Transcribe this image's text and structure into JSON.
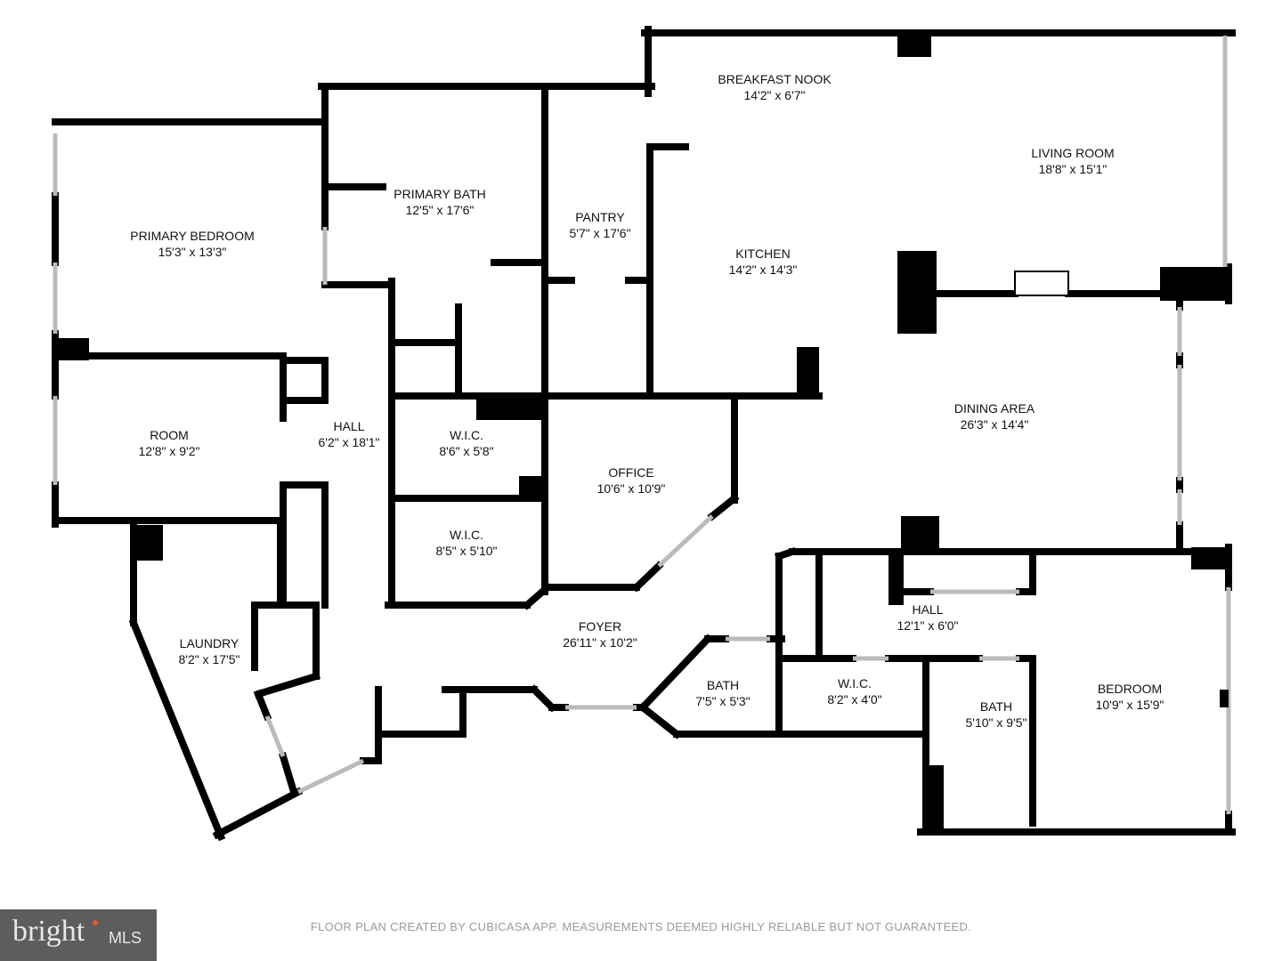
{
  "rooms": [
    {
      "name": "PRIMARY BEDROOM",
      "size": "15'3\" x 13'3\""
    },
    {
      "name": "PRIMARY BATH",
      "size": "12'5\" x 17'6\""
    },
    {
      "name": "PANTRY",
      "size": "5'7\" x 17'6\""
    },
    {
      "name": "BREAKFAST NOOK",
      "size": "14'2\" x 6'7\""
    },
    {
      "name": "KITCHEN",
      "size": "14'2\" x 14'3\""
    },
    {
      "name": "LIVING ROOM",
      "size": "18'8\" x 15'1\""
    },
    {
      "name": "DINING AREA",
      "size": "26'3\" x 14'4\""
    },
    {
      "name": "ROOM",
      "size": "12'8\" x 9'2\""
    },
    {
      "name": "HALL",
      "size": "6'2\" x 18'1\""
    },
    {
      "name": "W.I.C.",
      "size": "8'6\" x 5'8\""
    },
    {
      "name": "W.I.C.",
      "size": "8'5\" x 5'10\""
    },
    {
      "name": "OFFICE",
      "size": "10'6\" x 10'9\""
    },
    {
      "name": "LAUNDRY",
      "size": "8'2\" x 17'5\""
    },
    {
      "name": "FOYER",
      "size": "26'11\" x 10'2\""
    },
    {
      "name": "BATH",
      "size": "7'5\" x 5'3\""
    },
    {
      "name": "W.I.C.",
      "size": "8'2\" x 4'0\""
    },
    {
      "name": "HALL",
      "size": "12'1\" x 6'0\""
    },
    {
      "name": "BATH",
      "size": "5'10\" x 9'5\""
    },
    {
      "name": "BEDROOM",
      "size": "10'9\" x 15'9\""
    }
  ],
  "footer": "FLOOR PLAN CREATED BY CUBICASA APP. MEASUREMENTS DEEMED HIGHLY RELIABLE BUT NOT GUARANTEED.",
  "logo": {
    "brand": "bright",
    "suffix": "MLS"
  },
  "colors": {
    "wall": "#000000",
    "window": "#bbbbbb",
    "footer": "#9a9a9a"
  }
}
